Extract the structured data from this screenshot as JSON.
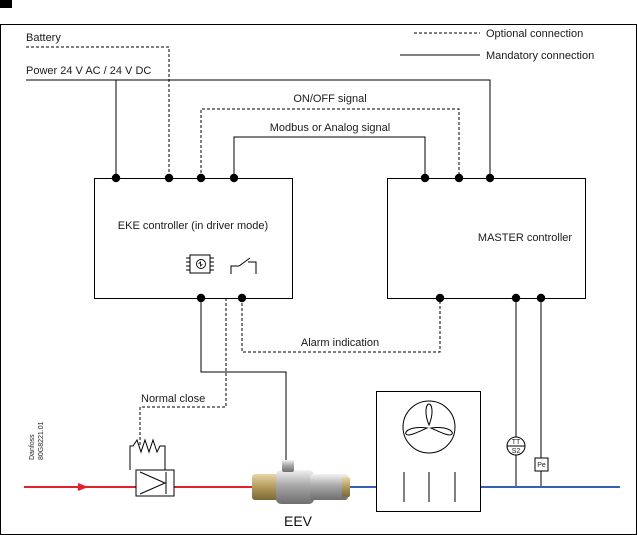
{
  "legend": {
    "optional": "Optional connection",
    "mandatory": "Mandatory connection"
  },
  "labels": {
    "battery": "Battery",
    "power": "Power 24 V AC / 24 V DC",
    "onoff": "ON/OFF signal",
    "modbus": "Modbus or Analog signal",
    "eke": "EKE controller (in driver mode)",
    "master": "MASTER controller",
    "alarm": "Alarm indication",
    "normal_close": "Normal close",
    "eev": "EEV",
    "tt": "TT",
    "s2": "S2",
    "pe": "Pe",
    "danfoss": "Danfoss",
    "doc_code": "80G8221.01"
  },
  "colors": {
    "red_pipe": "#e2212a",
    "blue_pipe": "#3560b5"
  }
}
